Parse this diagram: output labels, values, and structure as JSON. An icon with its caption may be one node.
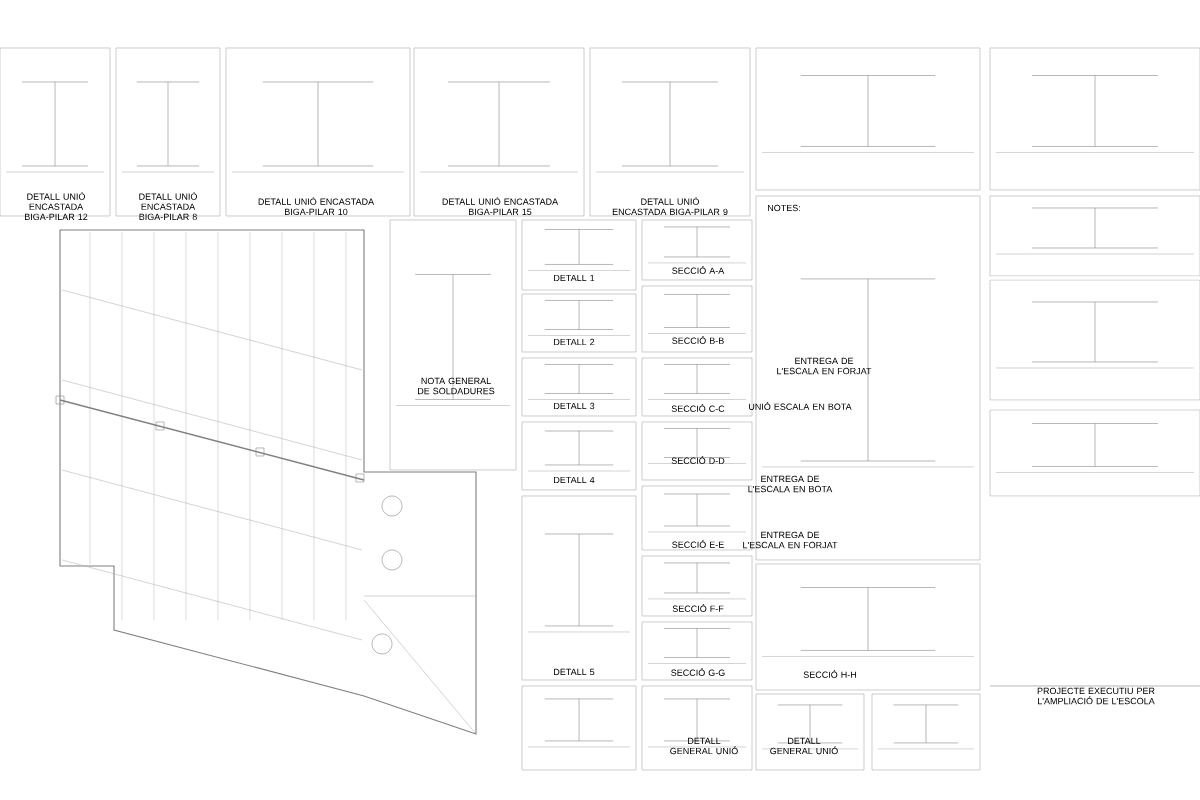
{
  "diagram": {
    "labels": [
      "DETALL UNIÓ ENCASTADA BIGA-PILAR 12",
      "DETALL UNIÓ ENCASTADA BIGA-PILAR 8",
      "DETALL UNIÓ ENCASTADA BIGA-PILAR 10",
      "DETALL UNIÓ ENCASTADA BIGA-PILAR 15",
      "DETALL UNIÓ ENCASTADA BIGA-PILAR 9",
      "NOTES:",
      "NOTA GENERAL DE SOLDADURES",
      "DETALL 1",
      "DETALL 2",
      "DETALL 3",
      "DETALL 4",
      "DETALL 5",
      "SECCIÓ A-A",
      "SECCIÓ B-B",
      "SECCIÓ C-C",
      "SECCIÓ D-D",
      "SECCIÓ E-E",
      "SECCIÓ F-F",
      "SECCIÓ G-G",
      "SECCIÓ H-H",
      "ENTREGA DE L'ESCALA EN FORJAT",
      "UNIÓ ESCALA EN BOTA",
      "ENTREGA DE L'ESCALA EN BOTA",
      "ENTREGA DE L'ESCALA EN FORJAT",
      "DETALL GENERAL UNIÓ",
      "DETALL GENERAL UNIÓ",
      "PROJECTE EXECUTIU PER L'AMPLIACIÓ DE L'ESCOLA"
    ]
  }
}
